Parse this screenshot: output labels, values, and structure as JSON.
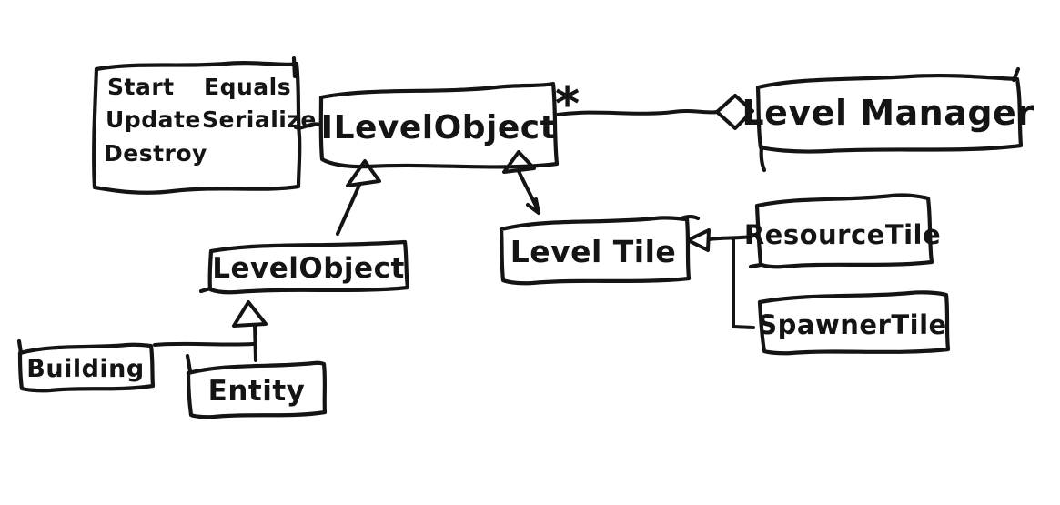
{
  "diagram": {
    "kind": "hand-drawn UML class diagram",
    "ink_color": "#141414",
    "background_color": "#ffffff",
    "methods_box": {
      "column1": [
        "Start",
        "Update",
        "Destroy"
      ],
      "column2": [
        "Equals",
        "Serialize"
      ]
    },
    "classes": {
      "interface": "ILevelObject",
      "manager": "Level Manager",
      "level_object": "LevelObject",
      "level_tile": "Level Tile",
      "resource_tile": "ResourceTile",
      "spawner_tile": "SpawnerTile",
      "building": "Building",
      "entity": "Entity"
    },
    "aggregation": {
      "multiplicity": "*"
    },
    "edges": [
      {
        "from": "ILevelObject",
        "to": "Level Manager",
        "type": "aggregation",
        "multiplicity": "*"
      },
      {
        "from": "LevelObject",
        "to": "ILevelObject",
        "type": "inheritance"
      },
      {
        "from": "Level Tile",
        "to": "ILevelObject",
        "type": "inheritance"
      },
      {
        "from": "ResourceTile",
        "to": "Level Tile",
        "type": "inheritance"
      },
      {
        "from": "SpawnerTile",
        "to": "Level Tile",
        "type": "inheritance"
      },
      {
        "from": "Building",
        "to": "LevelObject",
        "type": "inheritance"
      },
      {
        "from": "Entity",
        "to": "LevelObject",
        "type": "inheritance"
      },
      {
        "from": "methods note",
        "to": "ILevelObject",
        "type": "attachment"
      }
    ]
  }
}
